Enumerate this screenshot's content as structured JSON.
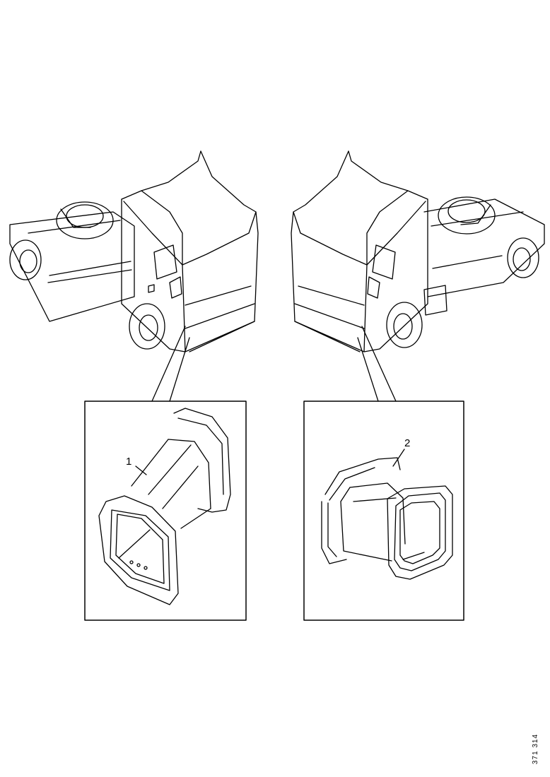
{
  "callouts": {
    "left": "1",
    "right": "2"
  },
  "reference": "371 314",
  "colors": {
    "line": "#000000",
    "background": "#ffffff"
  }
}
